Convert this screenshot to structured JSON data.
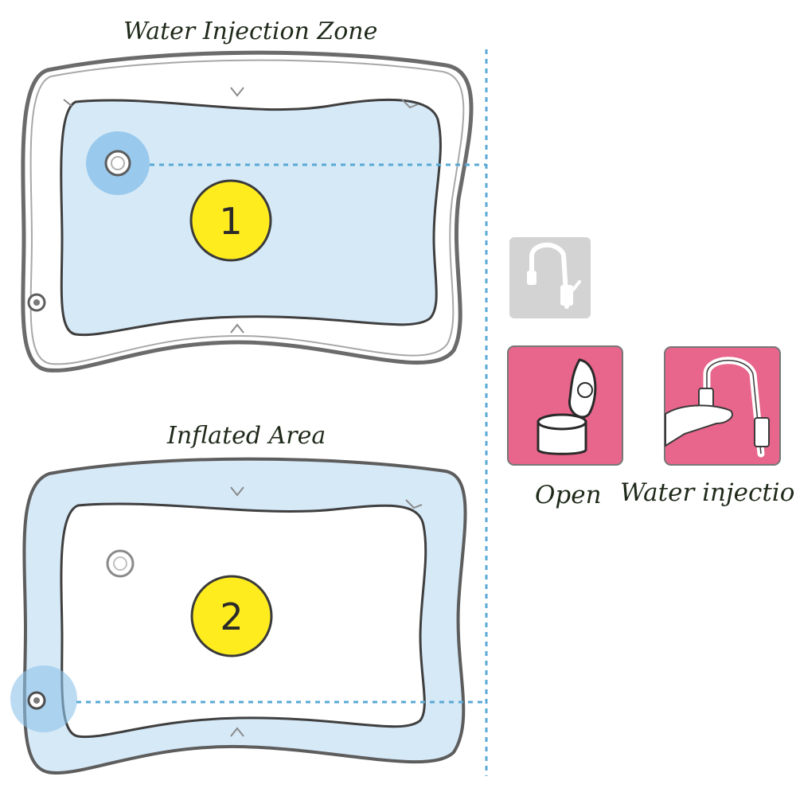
{
  "titles": {
    "top": "Water Injection Zone",
    "bottom": "Inflated Area"
  },
  "steps": {
    "one": "1",
    "two": "2"
  },
  "icons": {
    "faucet": "faucet-icon",
    "open": "open-valve-icon",
    "water": "water-injection-icon"
  },
  "labels": {
    "open": "Open",
    "water_injection": "Water injection"
  },
  "colors": {
    "water": "#d6e9f7",
    "valve_highlight": "#8ec3ea",
    "step_circle": "#ffec1f",
    "pink_tile": "#e8658b",
    "gray_tile": "#d3d3d3",
    "dotted_line": "#5aa9d6"
  }
}
